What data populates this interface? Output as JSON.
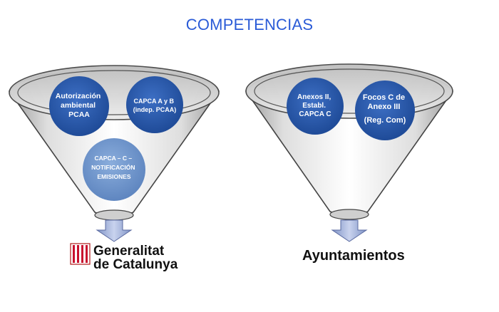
{
  "title": "COMPETENCIAS",
  "left_funnel": {
    "circles": [
      {
        "lines": [
          "Autorización",
          "ambiental",
          "PCAA"
        ]
      },
      {
        "lines": [
          "CAPCA A y B",
          "(indep. PCAA)"
        ]
      },
      {
        "lines": [
          "CAPCA – C –",
          "NOTIFICACIÓN",
          "EMISIONES"
        ]
      }
    ],
    "logo": {
      "line1": "Generalitat",
      "line2": "de Catalunya"
    }
  },
  "right_funnel": {
    "circles": [
      {
        "lines": [
          "Anexos II,",
          "Establ.",
          "CAPCA C"
        ]
      },
      {
        "lines": [
          "Focos C de",
          "Anexo III",
          "(Reg. Com)"
        ]
      }
    ],
    "label": "Ayuntamientos"
  }
}
